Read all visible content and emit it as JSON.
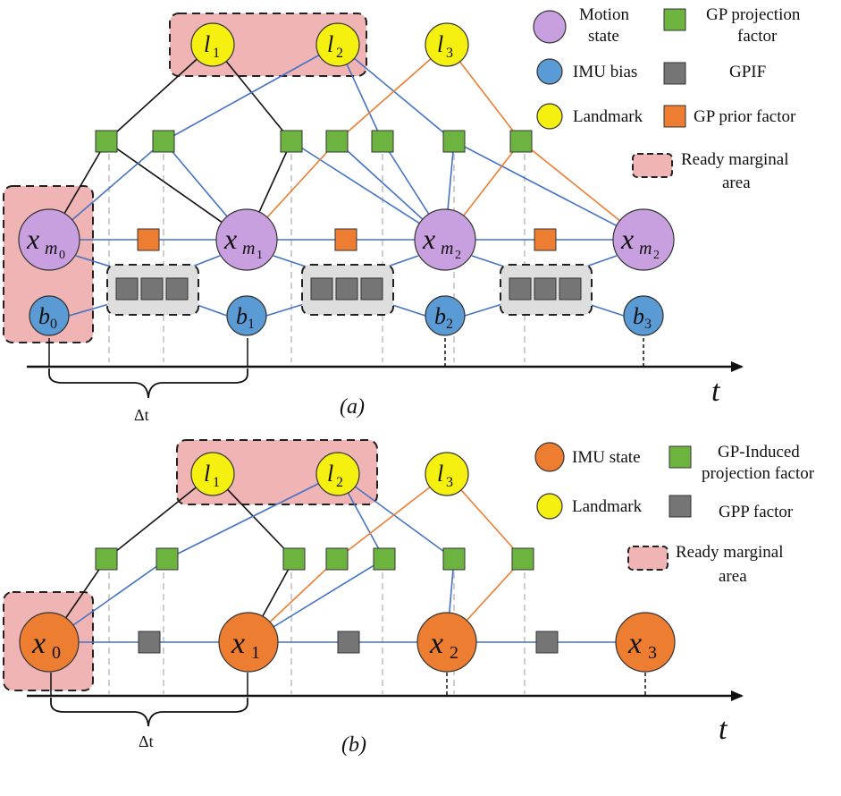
{
  "colors": {
    "motion_state": "#c8a0e0",
    "imu_bias": "#5b9bd5",
    "landmark": "#f5f010",
    "gp_projection": "#6cb33f",
    "gpif": "#757575",
    "gp_prior": "#ed7d31",
    "imu_state": "#ed7d31",
    "marginal_area": "#f0b4b4",
    "edge_blue": "#4472c4",
    "edge_orange": "#ed7d31",
    "edge_black": "#111111"
  },
  "panel_a": {
    "caption": "(a)",
    "axis_label": "t",
    "delta_label": "Δt",
    "landmarks": [
      {
        "base": "l",
        "sub": "1"
      },
      {
        "base": "l",
        "sub": "2"
      },
      {
        "base": "l",
        "sub": "3"
      }
    ],
    "states": [
      {
        "base": "x",
        "sub": "m",
        "subsub": "0"
      },
      {
        "base": "x",
        "sub": "m",
        "subsub": "1"
      },
      {
        "base": "x",
        "sub": "m",
        "subsub": "2"
      },
      {
        "base": "x",
        "sub": "m",
        "subsub": "2"
      }
    ],
    "biases": [
      {
        "base": "b",
        "sub": "0"
      },
      {
        "base": "b",
        "sub": "1"
      },
      {
        "base": "b",
        "sub": "2"
      },
      {
        "base": "b",
        "sub": "3"
      }
    ],
    "legend": {
      "motion_state_line1": "Motion",
      "motion_state_line2": "state",
      "imu_bias": "IMU bias",
      "landmark": "Landmark",
      "gp_projection_line1": "GP projection",
      "gp_projection_line2": "factor",
      "gpif": "GPIF",
      "gp_prior": "GP prior factor",
      "marginal_line1": "Ready marginal",
      "marginal_line2": "area"
    }
  },
  "panel_b": {
    "caption": "(b)",
    "axis_label": "t",
    "delta_label": "Δt",
    "landmarks": [
      {
        "base": "l",
        "sub": "1"
      },
      {
        "base": "l",
        "sub": "2"
      },
      {
        "base": "l",
        "sub": "3"
      }
    ],
    "states": [
      {
        "base": "x",
        "sub": "0"
      },
      {
        "base": "x",
        "sub": "1"
      },
      {
        "base": "x",
        "sub": "2"
      },
      {
        "base": "x",
        "sub": "3"
      }
    ],
    "legend": {
      "imu_state": "IMU state",
      "landmark": "Landmark",
      "gp_induced_line1": "GP-Induced",
      "gp_induced_line2": "projection factor",
      "gpp": "GPP factor",
      "marginal_line1": "Ready marginal",
      "marginal_line2": "area"
    }
  }
}
